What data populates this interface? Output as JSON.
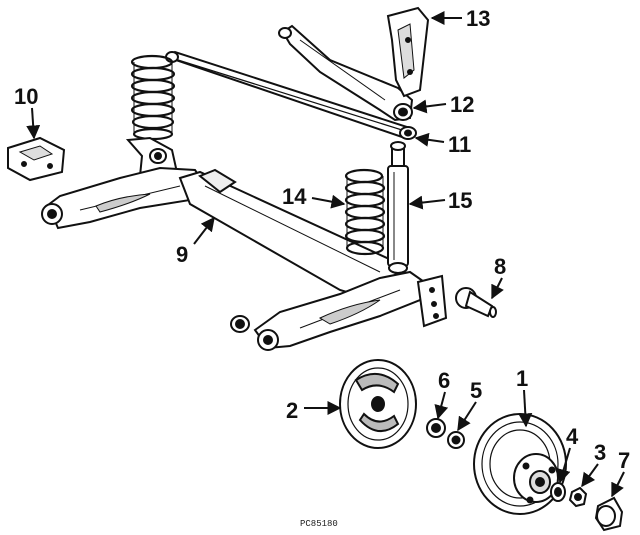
{
  "diagram": {
    "callouts": [
      {
        "id": "1",
        "label": "1"
      },
      {
        "id": "2",
        "label": "2"
      },
      {
        "id": "3",
        "label": "3"
      },
      {
        "id": "4",
        "label": "4"
      },
      {
        "id": "5",
        "label": "5"
      },
      {
        "id": "6",
        "label": "6"
      },
      {
        "id": "7",
        "label": "7"
      },
      {
        "id": "8",
        "label": "8"
      },
      {
        "id": "9",
        "label": "9"
      },
      {
        "id": "10",
        "label": "10"
      },
      {
        "id": "11",
        "label": "11"
      },
      {
        "id": "12",
        "label": "12"
      },
      {
        "id": "13",
        "label": "13"
      },
      {
        "id": "14",
        "label": "14"
      },
      {
        "id": "15",
        "label": "15"
      }
    ],
    "code": "PC85180"
  }
}
